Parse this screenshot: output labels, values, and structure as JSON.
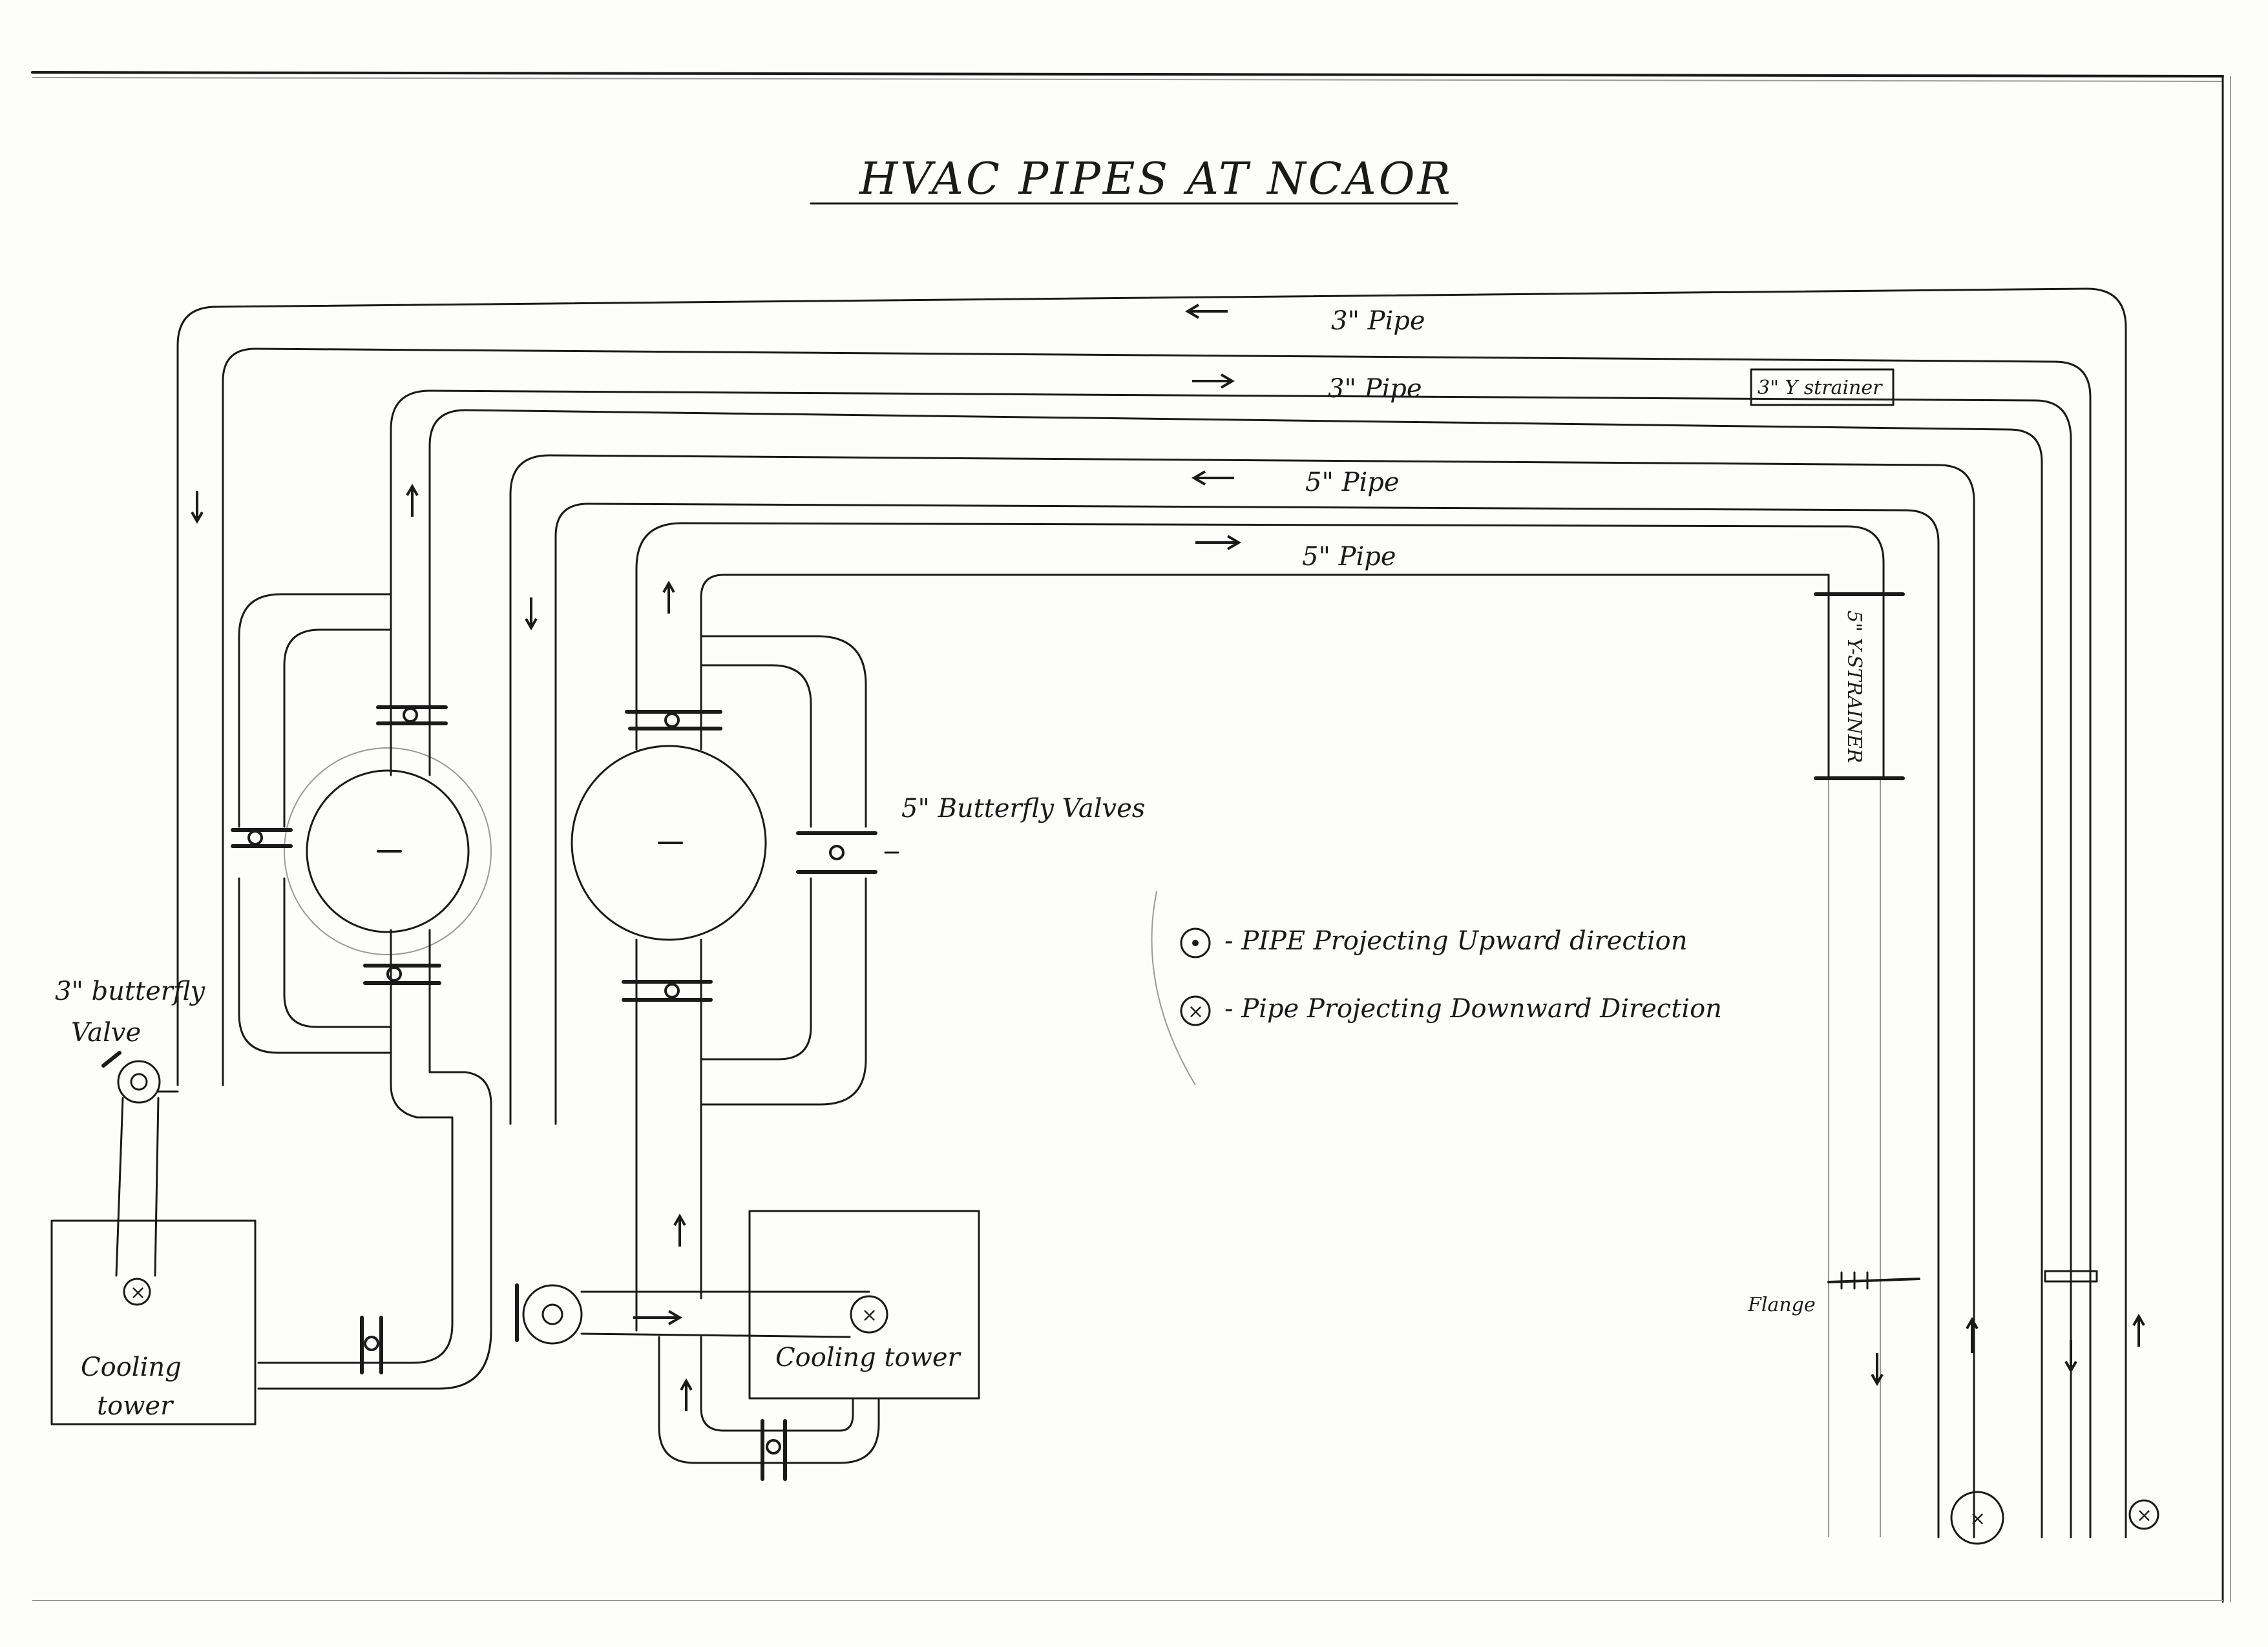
{
  "title": "HVAC PIPES AT NCAOR",
  "pipes": {
    "pipe1": "3\" Pipe",
    "pipe2": "3\" Pipe",
    "pipe3": "5\" Pipe",
    "pipe4": "5\" Pipe"
  },
  "strainers": {
    "top": "3\" Y strainer",
    "side": "5\" Y-STRAINER"
  },
  "valves": {
    "five_inch": "5\" Butterfly Valves",
    "three_inch_line1": "3\" butterfly",
    "three_inch_line2": "Valve"
  },
  "towers": {
    "left_line1": "Cooling",
    "left_line2": "tower",
    "right": "Cooling tower"
  },
  "legend": {
    "up": "- PIPE Projecting Upward direction",
    "down": "- Pipe Projecting Downward Direction"
  },
  "flange": "Flange",
  "icons": [
    "pipe-up-symbol-icon",
    "pipe-down-symbol-icon",
    "flow-arrow-icon",
    "butterfly-valve-icon",
    "pump-icon",
    "y-strainer-icon"
  ]
}
